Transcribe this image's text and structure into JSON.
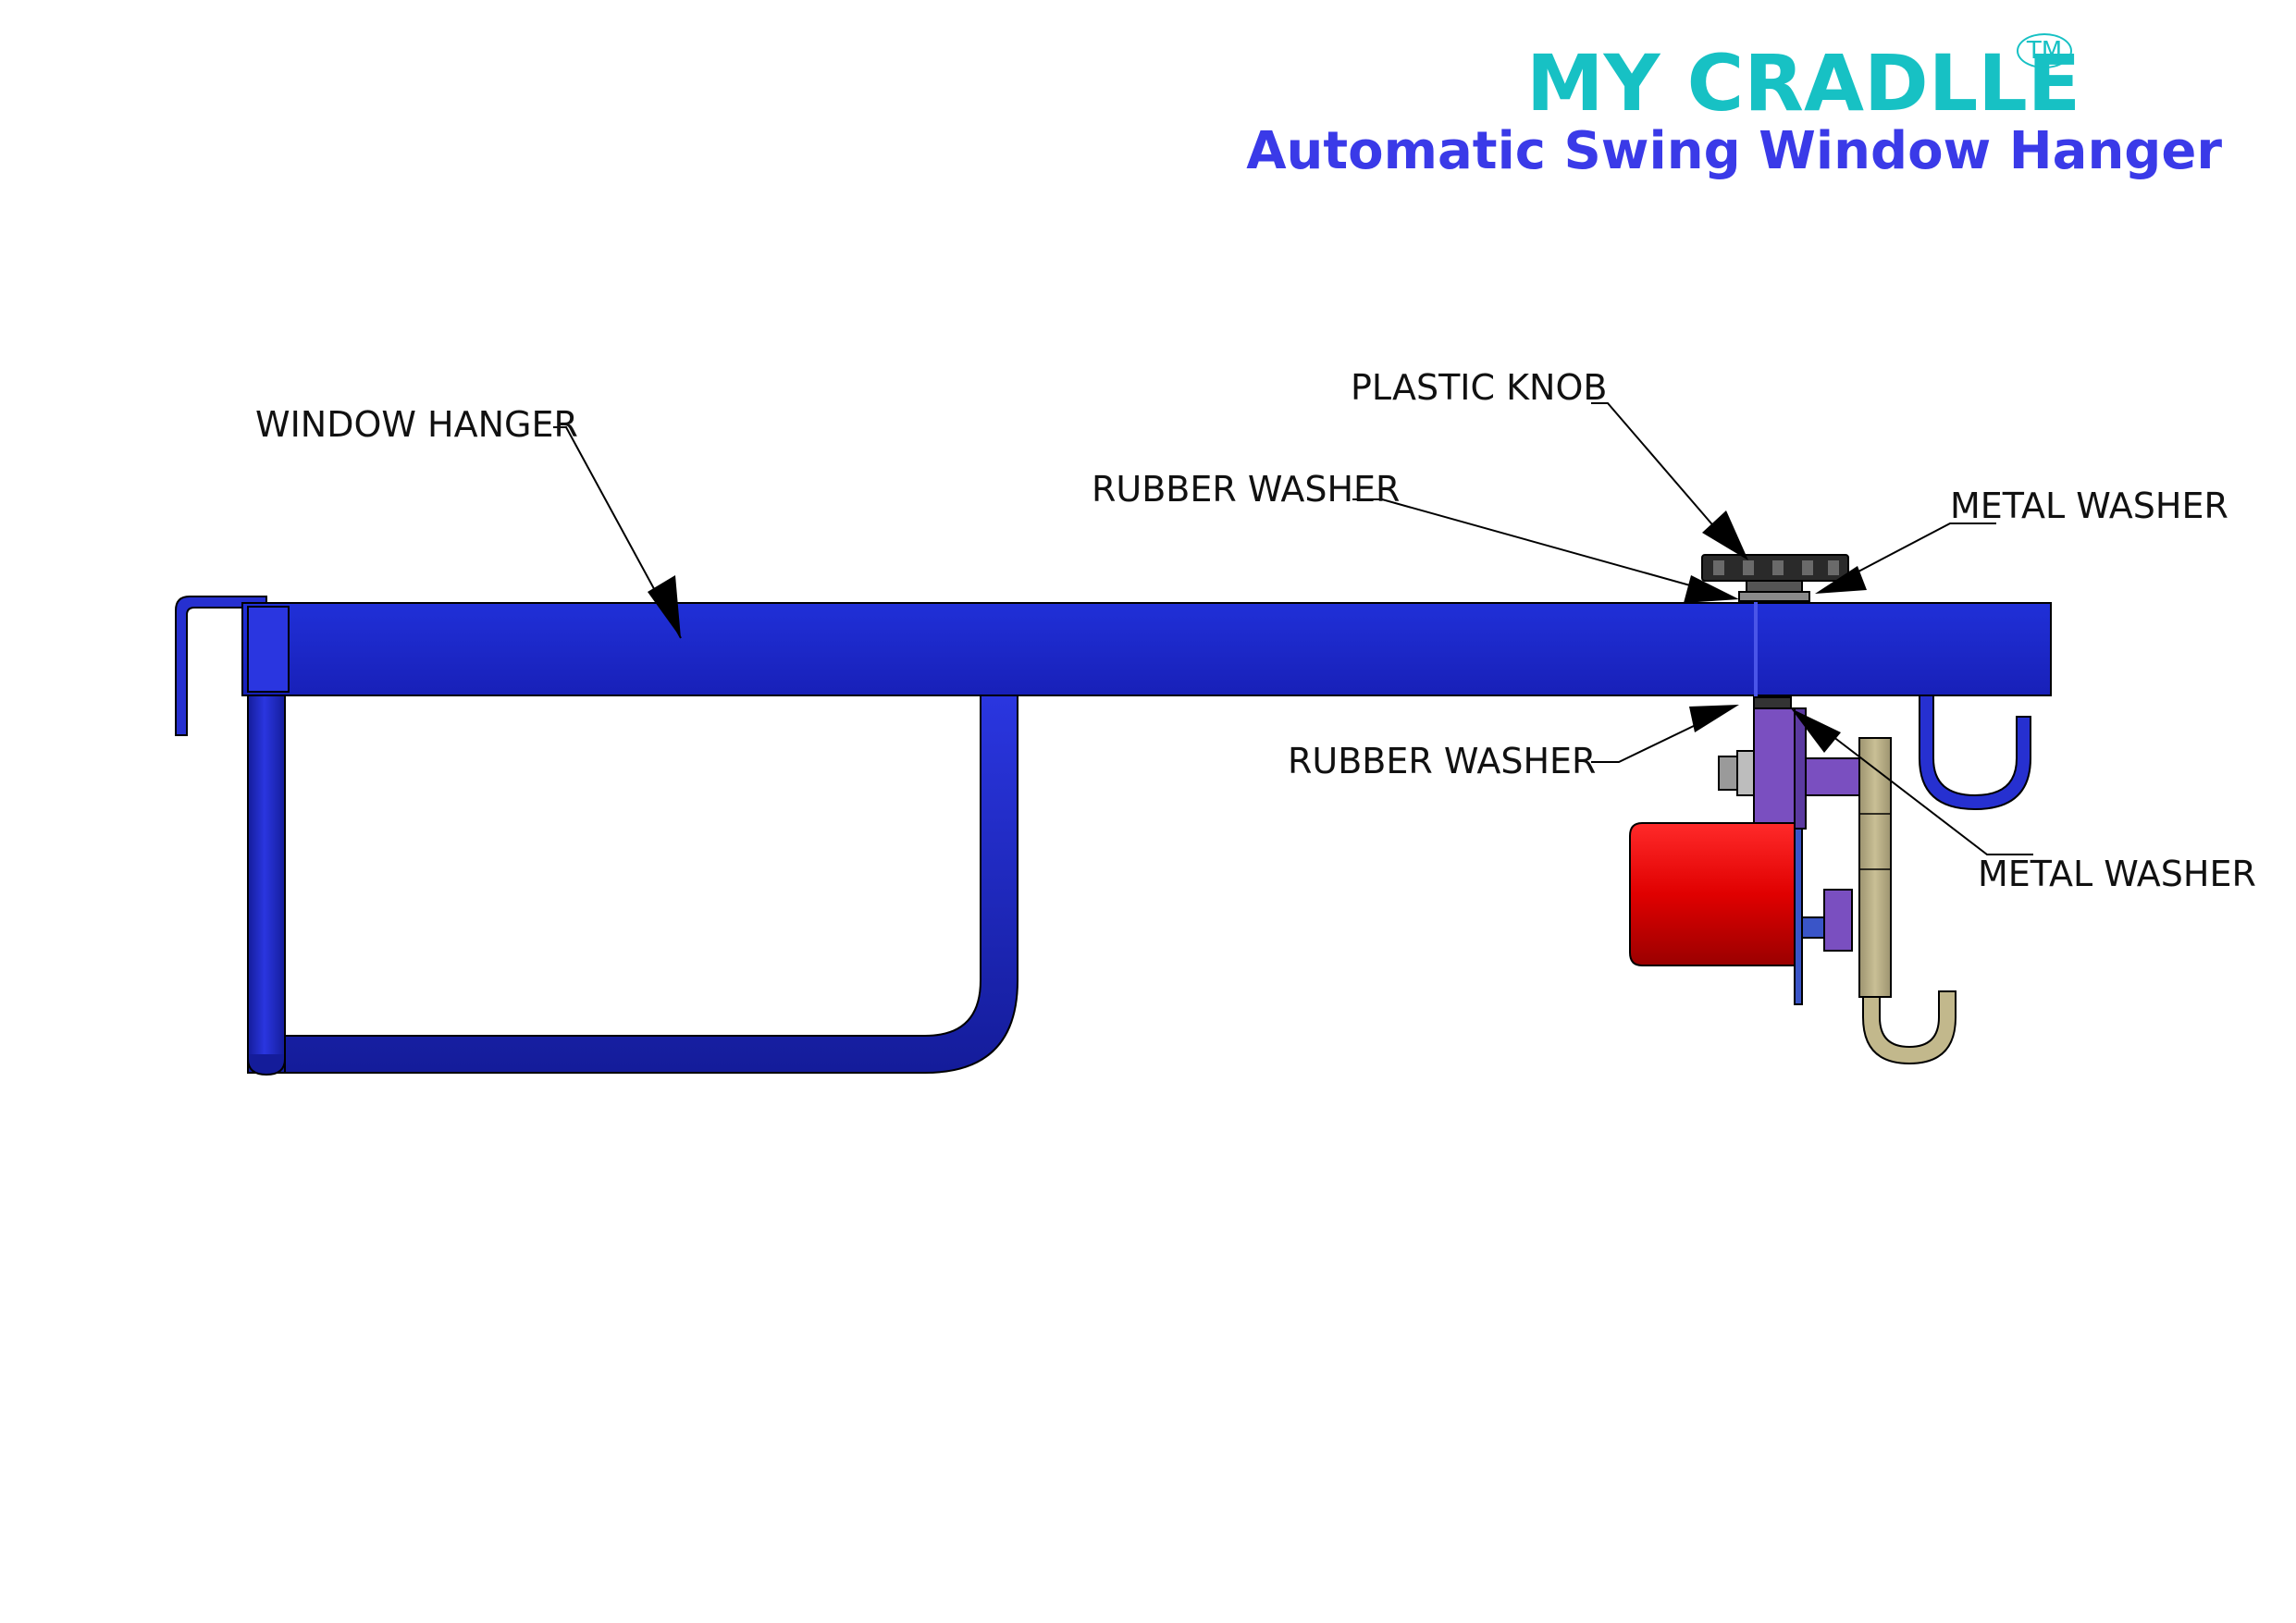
{
  "header": {
    "brand": "MY CRADLLE",
    "trademark": "TM",
    "subtitle": "Automatic Swing Window Hanger"
  },
  "labels": {
    "window_hanger": "WINDOW HANGER",
    "plastic_knob": "PLASTIC KNOB",
    "rubber_washer_top": "RUBBER WASHER",
    "metal_washer_top": "METAL WASHER",
    "rubber_washer_bottom": "RUBBER WASHER",
    "metal_washer_bottom": "METAL WASHER"
  },
  "colors": {
    "brand": "#17c1c4",
    "subtitle": "#3a3ae8",
    "hanger": "#1e26c8",
    "motor": "#e00000",
    "bracket": "#7a4fc0",
    "hook": "#b8ad82",
    "knob": "#2a2a2a"
  }
}
